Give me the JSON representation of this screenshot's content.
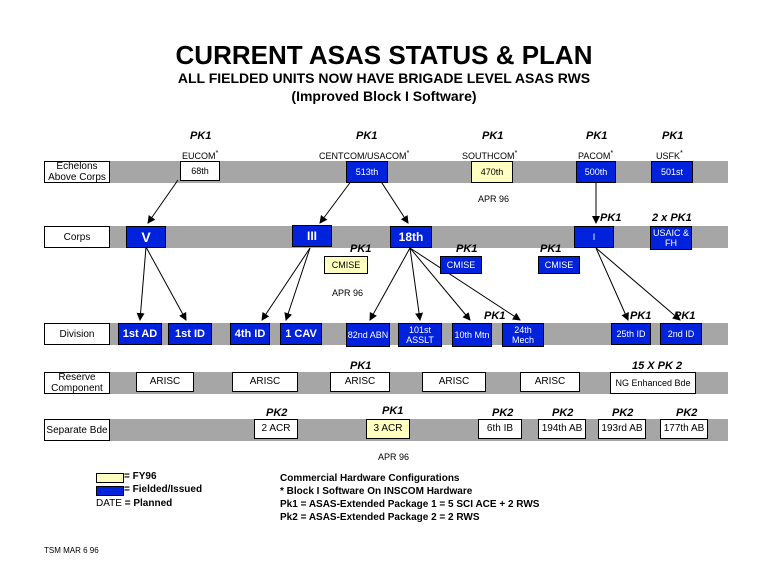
{
  "title": "CURRENT ASAS STATUS & PLAN",
  "subtitle1": "ALL FIELDED UNITS NOW HAVE BRIGADE LEVEL ASAS RWS",
  "subtitle2": "(Improved Block I Software)",
  "rows": {
    "eac": "Echelons Above Corps",
    "corps": "Corps",
    "division": "Division",
    "reserve": "Reserve Component",
    "sepbde": "Separate Bde"
  },
  "commands": {
    "eucom": "EUCOM",
    "centcom": "CENTCOM/USACOM",
    "southcom": "SOUTHCOM",
    "pacom": "PACOM",
    "usfk": "USFK",
    "star": "*"
  },
  "pk": {
    "pk1": "PK1",
    "pk2": "PK2",
    "two_pk1": "2 x PK1",
    "fifteen_pk2": "15 X PK 2"
  },
  "eac_units": {
    "u68": "68th",
    "u513": "513th",
    "u470": "470th",
    "u500": "500th",
    "u501": "501st"
  },
  "corps_units": {
    "v": "V",
    "iii": "III",
    "c18": "18th",
    "i": "I",
    "usaic": "USAIC & FH",
    "cmise": "CMISE"
  },
  "div_units": {
    "d1ad": "1st AD",
    "d1id": "1st ID",
    "d4id": "4th ID",
    "d1cav": "1 CAV",
    "d82": "82nd ABN",
    "d101": "101st ASSLT",
    "d10": "10th Mtn",
    "d24": "24th Mech",
    "d25": "25th ID",
    "d2id": "2nd ID"
  },
  "reserve_units": {
    "arisc": "ARISC",
    "ng": "NG Enhanced Bde"
  },
  "sep_units": {
    "acr2": "2 ACR",
    "acr3": "3 ACR",
    "ib6": "6th IB",
    "ab194": "194th AB",
    "ab193": "193rd AB",
    "ab177": "177th AB"
  },
  "dates": {
    "apr96": "APR 96"
  },
  "legend": {
    "fy96": "= FY96",
    "fielded": "= Fielded/Issued",
    "date_word": "DATE",
    "planned": "= Planned"
  },
  "notes": {
    "n1": "Commercial Hardware Configurations",
    "n2": "* Block I Software On INSCOM Hardware",
    "n3": "Pk1 = ASAS-Extended Package 1 = 5 SCI ACE + 2 RWS",
    "n4": "Pk2 = ASAS-Extended Package 2 = 2 RWS"
  },
  "footer": "TSM MAR 6 96",
  "colors": {
    "blue": "#0022dd",
    "yellow": "#ffffc0",
    "band": "#a6a6a6"
  }
}
